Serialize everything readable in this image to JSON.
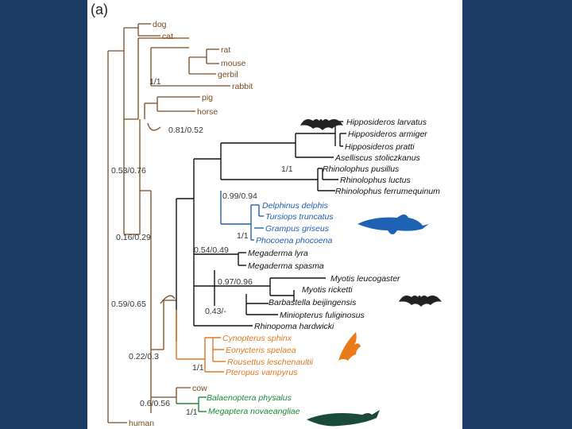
{
  "panel_label": "(a)",
  "colors": {
    "outgroup": "#7a4a20",
    "bats": "#111111",
    "dolphins": "#2060b0",
    "megabats": "#e07820",
    "whales": "#1a8a3a"
  },
  "taxa": {
    "dog": "dog",
    "cat": "cat",
    "rat": "rat",
    "mouse": "mouse",
    "gerbil": "gerbil",
    "rabbit": "rabbit",
    "pig": "pig",
    "horse": "horse",
    "h_larvatus": "Hipposideros larvatus",
    "h_armiger": "Hipposideros armiger",
    "h_pratti": "Hipposideros pratti",
    "a_stoliczkanus": "Aselliscus stoliczkanus",
    "r_pusillus": "Rhinolophus pusillus",
    "r_luctus": "Rhinolophus luctus",
    "r_ferrumequinum": "Rhinolophus ferrumequinum",
    "d_delphis": "Delphinus delphis",
    "t_truncatus": "Tursiops truncatus",
    "g_griseus": "Grampus griseus",
    "p_phocoena": "Phocoena phocoena",
    "m_lyra": "Megaderma lyra",
    "m_spasma": "Megaderma spasma",
    "m_leucogaster": "Myotis leucogaster",
    "m_ricketti": "Myotis ricketti",
    "b_beijingensis": "Barbastella beijingensis",
    "m_fuliginosus": "Miniopterus fuliginosus",
    "r_hardwicki": "Rhinopoma hardwicki",
    "c_sphinx": "Cynopterus sphinx",
    "e_spelaea": "Eonycteris spelaea",
    "r_leschenaultii": "Rousettus leschenaultii",
    "p_vampyrus": "Pteropus vampyrus",
    "cow": "cow",
    "b_physalus": "Balaenoptera physalus",
    "m_novaeangliae": "Megaptera novaeangliae",
    "human": "human"
  },
  "support": {
    "rodent_rabbit": "1/1",
    "pig_horse": "0.81/0.52",
    "laurasia": "0.53/0.76",
    "hippo": "1/1",
    "rhino_dolphin": "0.99/0.94",
    "dolphins": "1/1",
    "chiroptera": "0.16/0.29",
    "megaderma": "0.54/0.49",
    "myotis": "0.97/0.96",
    "vesper": "0.43/-",
    "chiro_cet": "0.59/0.65",
    "bats_whales": "0.22/0.3",
    "megabats": "1/1",
    "cow_whales": "0.6/0.56",
    "whales": "1/1"
  },
  "icons": [
    "bat-icon",
    "dolphin-icon",
    "bat-icon",
    "fruit-bat-icon",
    "whale-icon"
  ]
}
